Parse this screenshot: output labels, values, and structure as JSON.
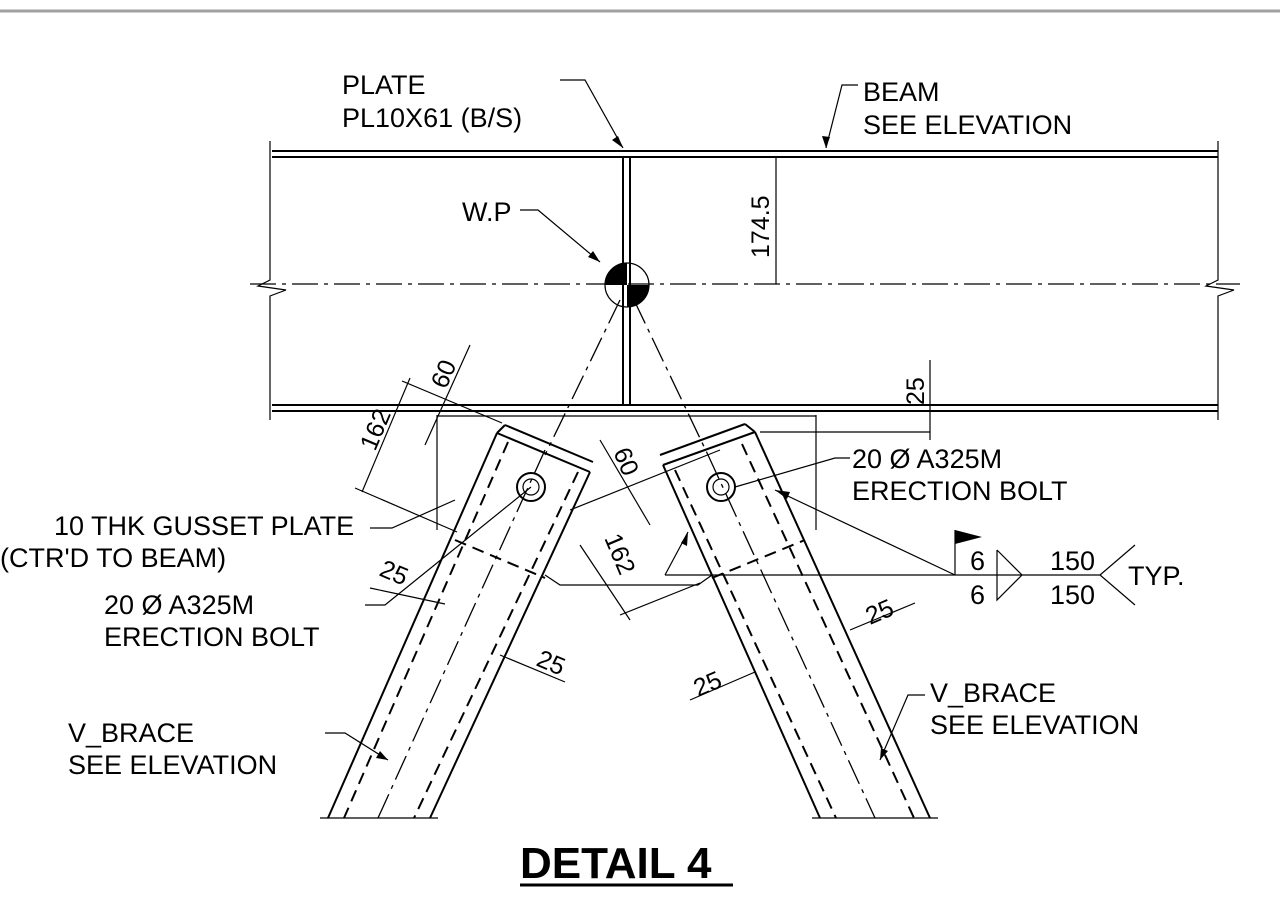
{
  "title": "DETAIL 4",
  "labels": {
    "plate_line1": "PLATE",
    "plate_line2": "PL10X61 (B/S)",
    "beam_line1": "BEAM",
    "beam_line2": "SEE ELEVATION",
    "wp": "W.P",
    "bolt_right_line1": "20 Ø A325M",
    "bolt_right_line2": "ERECTION BOLT",
    "gusset_line1": "10 THK GUSSET PLATE",
    "gusset_line2": "(CTR'D TO BEAM)",
    "bolt_left_line1": "20 Ø A325M",
    "bolt_left_line2": "ERECTION BOLT",
    "brace_left_line1": "V_BRACE",
    "brace_left_line2": "SEE ELEVATION",
    "brace_right_line1": "V_BRACE",
    "brace_right_line2": "SEE ELEVATION",
    "weld_top": "6",
    "weld_bottom": "6",
    "weld_len_top": "150",
    "weld_len_bottom": "150",
    "typ": "TYP."
  },
  "dimensions": {
    "beam_half_depth": "174.5",
    "flange_25": "25",
    "left_60": "60",
    "left_162": "162",
    "mid_60": "60",
    "mid_162": "162",
    "left_25_gusset": "25",
    "left_25_brace": "25",
    "right_25_gusset": "25",
    "right_25_brace": "25"
  },
  "colors": {
    "line": "#000000",
    "frame": "#a0a0a0",
    "background": "#ffffff"
  }
}
